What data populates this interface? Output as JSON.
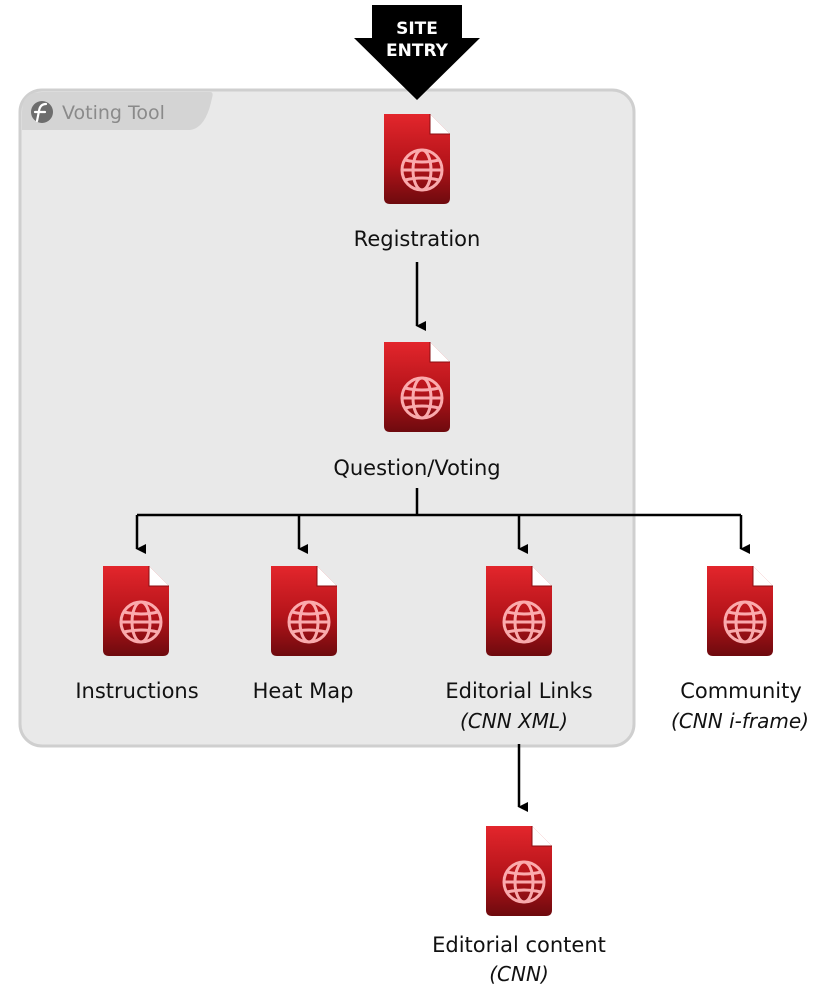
{
  "entry": {
    "line1": "SITE",
    "line2": "ENTRY"
  },
  "zone": {
    "label": "Voting Tool",
    "icon": "flash-icon"
  },
  "nodes": {
    "registration": {
      "label": "Registration",
      "icon": "web-page-icon"
    },
    "question": {
      "label": "Question/Voting",
      "icon": "web-page-icon"
    },
    "instructions": {
      "label": "Instructions",
      "icon": "web-page-icon"
    },
    "heatmap": {
      "label": "Heat Map",
      "icon": "web-page-icon"
    },
    "editorial_links": {
      "label": "Editorial Links",
      "sublabel": "(CNN XML)",
      "icon": "web-page-icon"
    },
    "community": {
      "label": "Community",
      "sublabel": "(CNN i-frame)",
      "icon": "web-page-icon"
    },
    "editorial_content": {
      "label": "Editorial content",
      "sublabel": "(CNN)",
      "icon": "web-page-icon"
    }
  },
  "colors": {
    "page_red": "#c8161d",
    "page_dark": "#7a0c10",
    "zone_fill": "#e9e9e9",
    "zone_border": "#cfcfcf",
    "arrow": "#000000"
  }
}
